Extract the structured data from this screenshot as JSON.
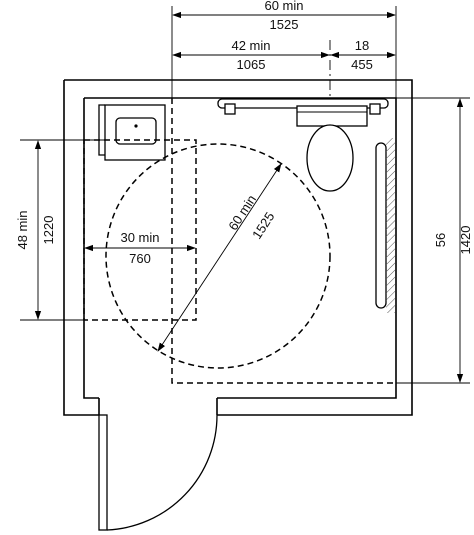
{
  "dimensions": {
    "top_overall": {
      "imperial": "60 min",
      "metric": "1525"
    },
    "top_left_segment": {
      "imperial": "42 min",
      "metric": "1065"
    },
    "top_right_segment": {
      "imperial": "18",
      "metric": "455"
    },
    "left_vertical": {
      "imperial": "48 min",
      "metric": "1220"
    },
    "right_vertical": {
      "imperial": "56",
      "metric": "1420"
    },
    "turning_circle_diameter": {
      "imperial": "60 min",
      "metric": "1525"
    },
    "lavatory_clearance": {
      "imperial": "30 min",
      "metric": "760"
    }
  }
}
